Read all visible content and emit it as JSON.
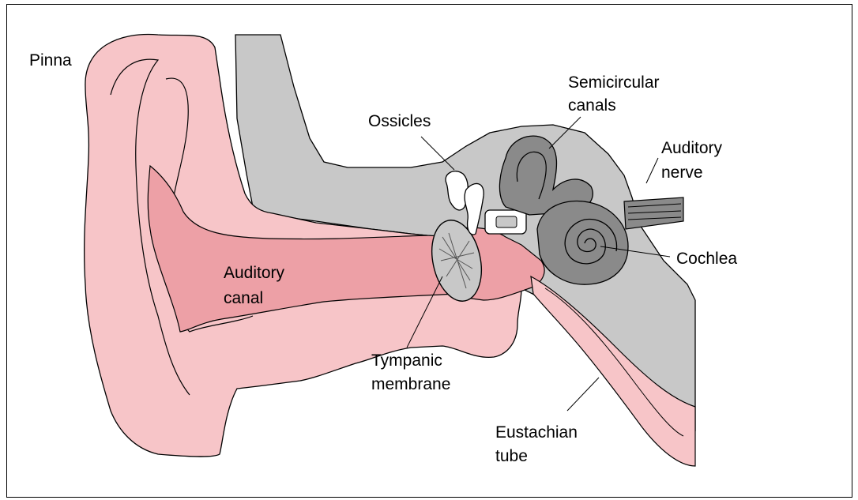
{
  "colors": {
    "skin": "#f7c5c8",
    "canal": "#eda0a6",
    "bone": "#c8c8c8",
    "inner": "#8a8a8a",
    "outline": "#000000"
  },
  "labels": {
    "pinna": "Pinna",
    "ossicles": "Ossicles",
    "semicircular": [
      "Semicircular",
      "canals"
    ],
    "auditory_nerve": [
      "Auditory",
      "nerve"
    ],
    "cochlea": "Cochlea",
    "auditory_canal": [
      "Auditory",
      "canal"
    ],
    "tympanic": [
      "Tympanic",
      "membrane"
    ],
    "eustachian": [
      "Eustachian",
      "tube"
    ]
  }
}
